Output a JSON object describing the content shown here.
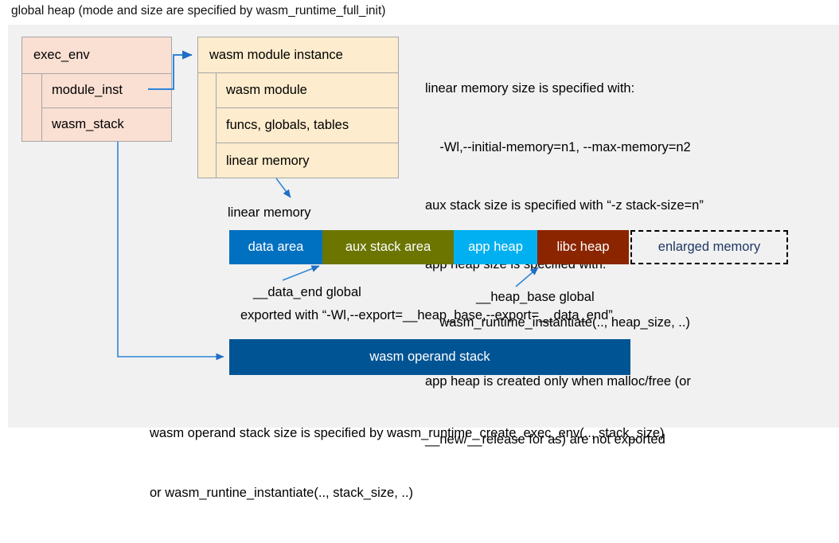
{
  "title": "global heap (mode and size are specified by wasm_runtime_full_init)",
  "exec_env": {
    "header": "exec_env",
    "rows": [
      {
        "label": "module_inst"
      },
      {
        "label": "wasm_stack"
      }
    ]
  },
  "wasm_module_instance": {
    "header": "wasm module instance",
    "rows": [
      {
        "label": "wasm module"
      },
      {
        "label": "funcs, globals, tables"
      },
      {
        "label": "linear memory"
      }
    ]
  },
  "notes": {
    "lines": [
      "linear memory size is specified with:",
      "    -Wl,--initial-memory=n1, --max-memory=n2",
      "aux stack size is specified with “-z stack-size=n”",
      "app heap size is specified with:",
      "    wasm_runtime_instantiate(.., heap_size, ..)",
      "app heap is created only when malloc/free (or",
      "__new/__release for as) are not exported"
    ]
  },
  "linear_memory": {
    "label": "linear memory",
    "segments": [
      {
        "label": "data area",
        "color": "#0070c0"
      },
      {
        "label": "aux stack area",
        "color": "#6b7500"
      },
      {
        "label": "app heap",
        "color": "#00b0f0"
      },
      {
        "label": "libc heap",
        "color": "#8b2500"
      },
      {
        "label": "enlarged memory",
        "color": "#f1f1f1"
      }
    ]
  },
  "annotations": {
    "data_end": "__data_end global",
    "heap_base": "__heap_base global",
    "exported": "exported with “-Wl,--export=__heap_base,--export=__data_end”"
  },
  "operand_stack": {
    "label": "wasm operand stack",
    "color": "#005494"
  },
  "bottom_notes": {
    "lines": [
      "wasm operand stack size is specified by wasm_runtime_create_exec_env(.., stack_size)",
      "or wasm_runtine_instantiate(.., stack_size, ..)"
    ]
  },
  "colors": {
    "canvas": "#f1f1f1",
    "exec_env_fill": "#fadfd3",
    "module_inst_fill": "#fdeccd",
    "connector": "#2e86d8",
    "enlarged_text": "#1f3864"
  }
}
